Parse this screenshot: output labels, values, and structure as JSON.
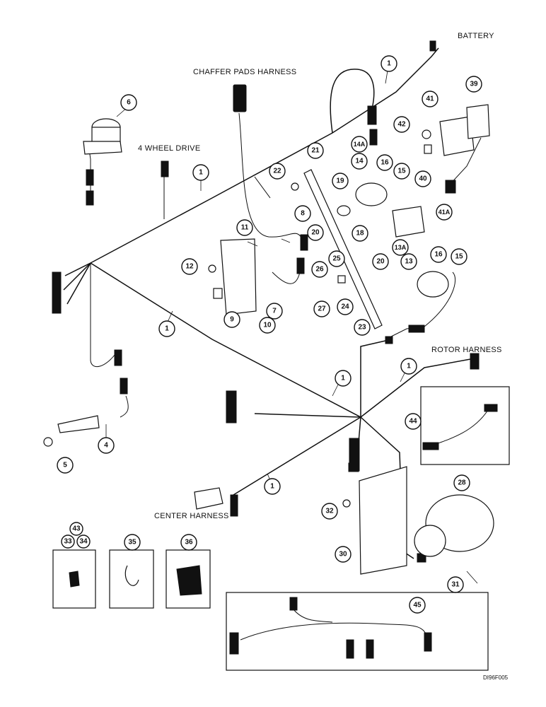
{
  "labels": {
    "battery": "BATTERY",
    "chaffer": "CHAFFER PADS HARNESS",
    "four_wd": "4 WHEEL DRIVE",
    "rotor": "ROTOR HARNESS",
    "center": "CENTER HARNESS"
  },
  "drawing_code": "DI96F005",
  "callouts": [
    "1",
    "1",
    "1",
    "1",
    "1",
    "1",
    "4",
    "5",
    "6",
    "7",
    "8",
    "9",
    "10",
    "11",
    "12",
    "13",
    "13A",
    "14",
    "14A",
    "15",
    "15",
    "16",
    "16",
    "18",
    "19",
    "20",
    "20",
    "21",
    "22",
    "23",
    "24",
    "25",
    "26",
    "27",
    "28",
    "30",
    "31",
    "32",
    "33",
    "34",
    "35",
    "36",
    "39",
    "40",
    "41",
    "41A",
    "42",
    "43",
    "44",
    "45"
  ]
}
